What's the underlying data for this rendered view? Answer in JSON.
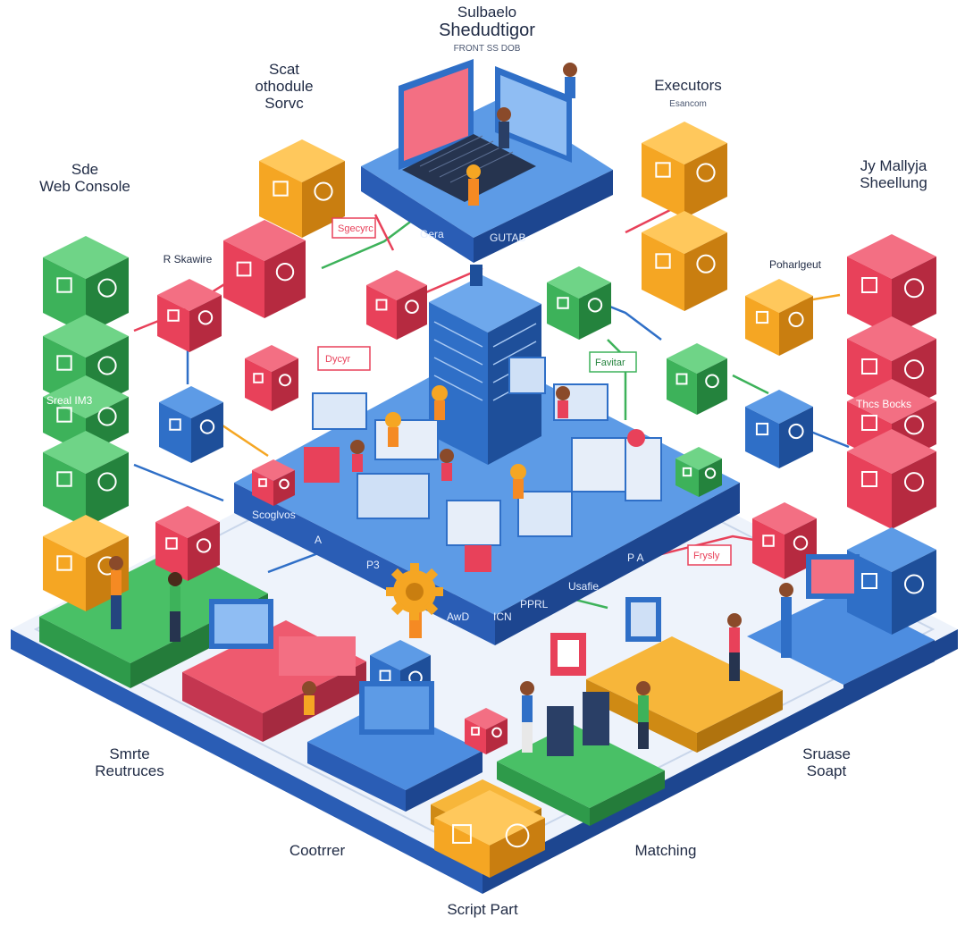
{
  "labels": {
    "title_line1": "Sulbaelo",
    "title_line2": "Shedudtigor",
    "title_sub": "FRONT SS DOB",
    "left_top_line1": "Scat",
    "left_top_line2": "othodule",
    "left_top_line3": "Sorvc",
    "web_console_line1": "Sde",
    "web_console_line2": "Web Console",
    "executors": "Executors",
    "executors_sub": "Esancom",
    "right_top_line1": "Jy Mallyja",
    "right_top_line2": "Sheellung",
    "rskawire": "R Skawire",
    "pohargeut": "Poharlgeut",
    "bottom_left_line1": "Smrte",
    "bottom_left_line2": "Reutruces",
    "bottom_right_line1": "Sruase",
    "bottom_right_line2": "Soapt",
    "cootrrer": "Cootrrer",
    "matching": "Matching",
    "script_part": "Script Part"
  },
  "box_texts": {
    "server_left": "Gera",
    "server_right": "GUTAB",
    "stack_mid": "Sreal  IM3",
    "right_stack": "Thcs  Bocks",
    "platform_edge_left": "Scoglvos",
    "platform_edge_a": "A",
    "platform_edge_pa": "P A",
    "platform_edge_usage": "Usafie",
    "platform_edge_p3": "P3",
    "platform_edge_aw": "AwD",
    "platform_edge_ppr": "PPRL",
    "platform_edge_icn": "ICN",
    "flag_mid": "Dycyr",
    "flag_right": "Frysly",
    "flag_top": "Sgecyrc",
    "flag_small": "Favitar"
  },
  "colors": {
    "ink": "#1f2a44",
    "blue": "#2f6fc7",
    "blue_dark": "#1e4f9a",
    "blue_light": "#5d9be6",
    "red": "#e8415a",
    "red_dark": "#b62a40",
    "red_light": "#f36f83",
    "green": "#3db25a",
    "green_dark": "#24833d",
    "green_light": "#6fd487",
    "orange": "#f5a623",
    "orange_dark": "#c97e10",
    "orange_light": "#ffc85c"
  }
}
